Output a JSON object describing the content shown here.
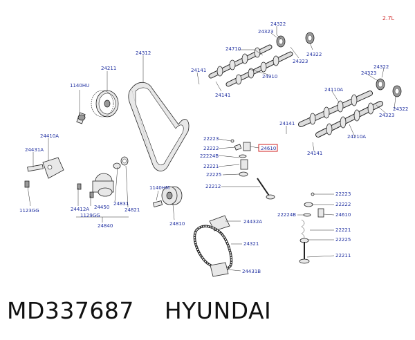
{
  "engine_label": "2.7L",
  "caption": "MD337687    HYUNDAI",
  "highlight_color": "#d02020",
  "label_color": "#1f2fa0",
  "labels": {
    "l24322a": "24322",
    "l24323a": "24323",
    "l24710": "24710",
    "l24322b": "24322",
    "l24323b": "24323",
    "l24312": "24312",
    "l24211": "24211",
    "l24141a": "24141",
    "l24910": "24910",
    "l24141b": "24141",
    "l1140hu": "1140HU",
    "l24322c": "24322",
    "l24323c": "24323",
    "l24110a": "24110A",
    "l24322d": "24322",
    "l24323d": "24323",
    "l24141c": "24141",
    "l24210a": "24210A",
    "l24141d": "24141",
    "l22223a": "22223",
    "l22222a": "22222",
    "l24610a": "24610",
    "l22224ba": "22224B",
    "l22221a": "22221",
    "l22225a": "22225",
    "l22212": "22212",
    "l24410a": "24410A",
    "l24431a": "24431A",
    "l1123gg": "1123GG",
    "l1140hm": "1140HM",
    "l24412a": "24412A",
    "l24450": "24450",
    "l1129gg": "1129GG",
    "l24831": "24831",
    "l24821": "24821",
    "l24840": "24840",
    "l24810": "24810",
    "l24432a": "24432A",
    "l24321": "24321",
    "l24431b": "24431B",
    "l22223b": "22223",
    "l22222b": "22222",
    "l22224bb": "22224B",
    "l24610b": "24610",
    "l22221b": "22221",
    "l22225b": "22225",
    "l22211": "22211"
  }
}
